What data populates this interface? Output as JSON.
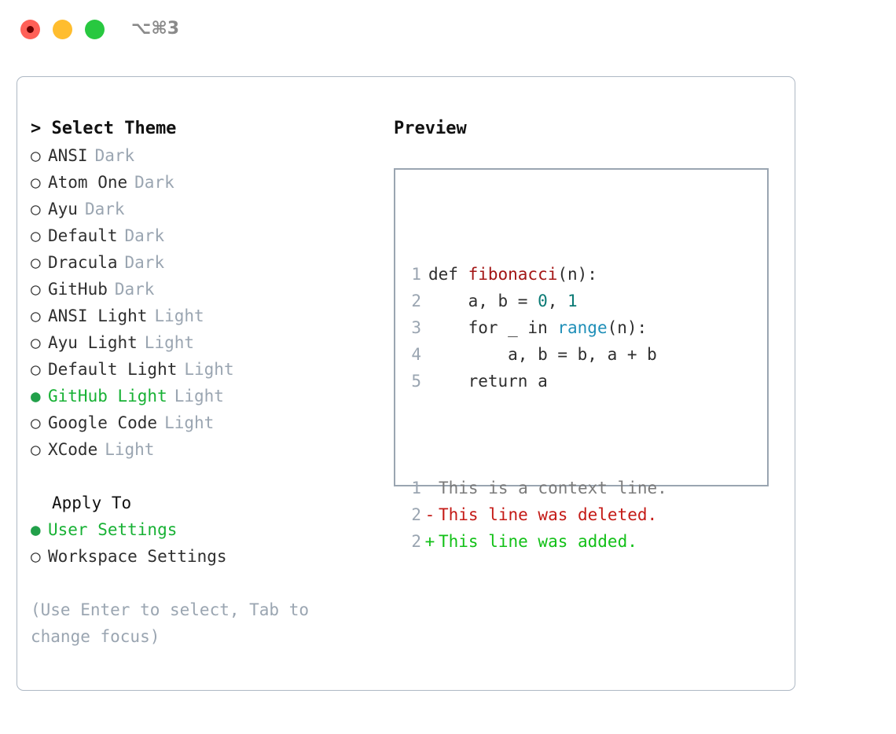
{
  "titlebar": {
    "shortcut": "⌥⌘3",
    "lights": [
      "close-red",
      "minimize-amber",
      "maximize-green"
    ]
  },
  "left": {
    "section_title": "> Select Theme",
    "themes": [
      {
        "bullet": "○",
        "label": "ANSI",
        "tag": "Dark",
        "selected": false
      },
      {
        "bullet": "○",
        "label": "Atom One",
        "tag": "Dark",
        "selected": false
      },
      {
        "bullet": "○",
        "label": "Ayu",
        "tag": "Dark",
        "selected": false
      },
      {
        "bullet": "○",
        "label": "Default",
        "tag": "Dark",
        "selected": false
      },
      {
        "bullet": "○",
        "label": "Dracula",
        "tag": "Dark",
        "selected": false
      },
      {
        "bullet": "○",
        "label": "GitHub",
        "tag": "Dark",
        "selected": false
      },
      {
        "bullet": "○",
        "label": "ANSI Light",
        "tag": "Light",
        "selected": false
      },
      {
        "bullet": "○",
        "label": "Ayu Light",
        "tag": "Light",
        "selected": false
      },
      {
        "bullet": "○",
        "label": "Default Light",
        "tag": "Light",
        "selected": false
      },
      {
        "bullet": "●",
        "label": "GitHub Light",
        "tag": "Light",
        "selected": true
      },
      {
        "bullet": "○",
        "label": "Google Code",
        "tag": "Light",
        "selected": false
      },
      {
        "bullet": "○",
        "label": "XCode",
        "tag": "Light",
        "selected": false
      }
    ],
    "apply_to": {
      "heading": "Apply To",
      "options": [
        {
          "bullet": "●",
          "label": "User Settings",
          "selected": true
        },
        {
          "bullet": "○",
          "label": "Workspace Settings",
          "selected": false
        }
      ]
    },
    "hint": "(Use Enter to select, Tab to change focus)"
  },
  "right": {
    "preview_title": "Preview",
    "code_lines": [
      {
        "ln": "1",
        "segments": [
          {
            "t": "def ",
            "c": "plain"
          },
          {
            "t": "fibonacci",
            "c": "fn"
          },
          {
            "t": "(n):",
            "c": "plain"
          }
        ]
      },
      {
        "ln": "2",
        "segments": [
          {
            "t": "    a, b = ",
            "c": "plain"
          },
          {
            "t": "0",
            "c": "num"
          },
          {
            "t": ", ",
            "c": "plain"
          },
          {
            "t": "1",
            "c": "num"
          }
        ]
      },
      {
        "ln": "3",
        "segments": [
          {
            "t": "    for _ in ",
            "c": "plain"
          },
          {
            "t": "range",
            "c": "call"
          },
          {
            "t": "(n):",
            "c": "plain"
          }
        ]
      },
      {
        "ln": "4",
        "segments": [
          {
            "t": "        a, b = b, a + b",
            "c": "plain"
          }
        ]
      },
      {
        "ln": "5",
        "segments": [
          {
            "t": "    return a",
            "c": "plain"
          }
        ]
      }
    ],
    "diff_lines": [
      {
        "ln": "1",
        "marker": " ",
        "text": "This is a context line.",
        "kind": "ctx"
      },
      {
        "ln": "2",
        "marker": "-",
        "text": "This line was deleted.",
        "kind": "del"
      },
      {
        "ln": "2",
        "marker": "+",
        "text": "This line was added.",
        "kind": "add"
      }
    ]
  },
  "colors": {
    "accent_green": "#17b134",
    "bullet_green": "#22a04a",
    "muted": "#9aa5b1",
    "border": "#aeb8c4",
    "preview_border": "#9aa5b1",
    "fn_red": "#a31515",
    "num_teal": "#0b7a75",
    "call_blue": "#1f8fb8",
    "diff_del": "#c41a16",
    "diff_add": "#12c017",
    "light_red": "#ff6057",
    "light_amber": "#ffbd2e",
    "light_green": "#28c840"
  }
}
